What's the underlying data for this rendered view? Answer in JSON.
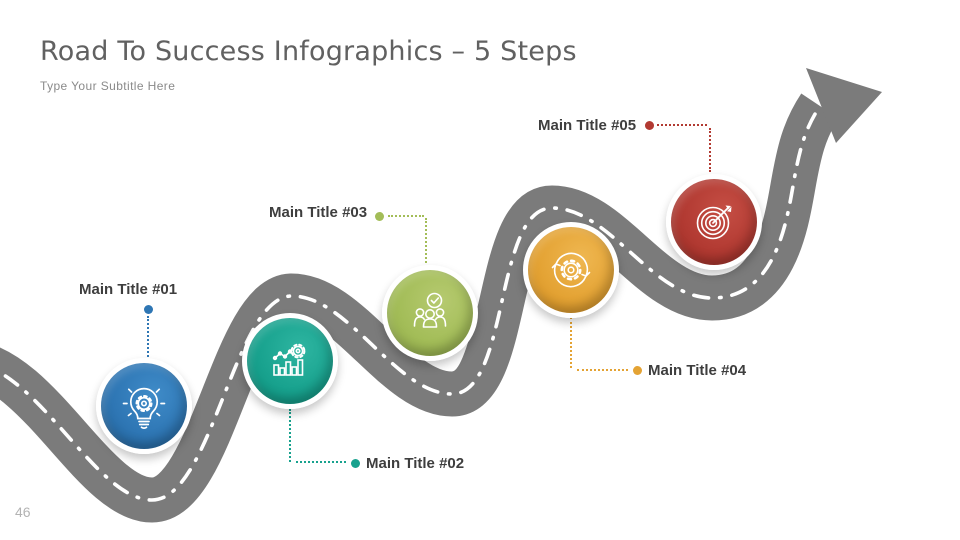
{
  "slide": {
    "title": "Road To Success Infographics – 5 Steps",
    "subtitle": "Type Your Subtitle Here",
    "page_number": "46"
  },
  "road": {
    "asphalt_color": "#7b7b7b",
    "centerline_color": "#ffffff",
    "direction": "bottom-left to top-right arrow"
  },
  "steps": [
    {
      "id": 1,
      "label": "Main Title #01",
      "color": "#2e76b4",
      "icon": "lightbulb-idea-icon"
    },
    {
      "id": 2,
      "label": "Main Title #02",
      "color": "#18a28e",
      "icon": "growth-chart-icon"
    },
    {
      "id": 3,
      "label": "Main Title #03",
      "color": "#a3bd58",
      "icon": "team-approved-icon"
    },
    {
      "id": 4,
      "label": "Main Title #04",
      "color": "#e4a334",
      "icon": "process-gear-icon"
    },
    {
      "id": 5,
      "label": "Main Title #05",
      "color": "#b23a32",
      "icon": "target-arrow-icon"
    }
  ],
  "text_colors": {
    "title": "#616161",
    "subtitle": "#8a8a8a",
    "label": "#3e3e3e",
    "page_number": "#b3b3b3"
  }
}
